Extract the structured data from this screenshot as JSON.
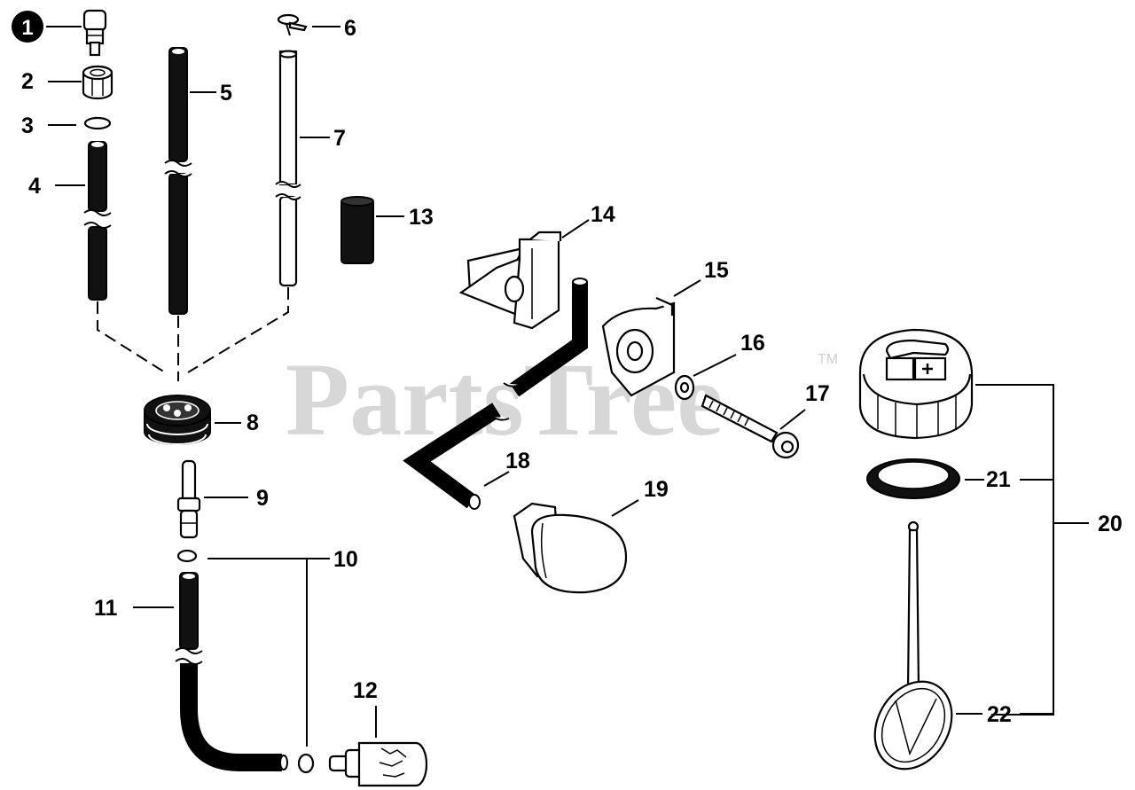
{
  "watermark": {
    "text": "PartsTree",
    "trademark": "TM"
  },
  "callouts": [
    "1",
    "2",
    "3",
    "4",
    "5",
    "6",
    "7",
    "8",
    "9",
    "10",
    "11",
    "12",
    "13",
    "14",
    "15",
    "16",
    "17",
    "18",
    "19",
    "20",
    "21",
    "22"
  ]
}
